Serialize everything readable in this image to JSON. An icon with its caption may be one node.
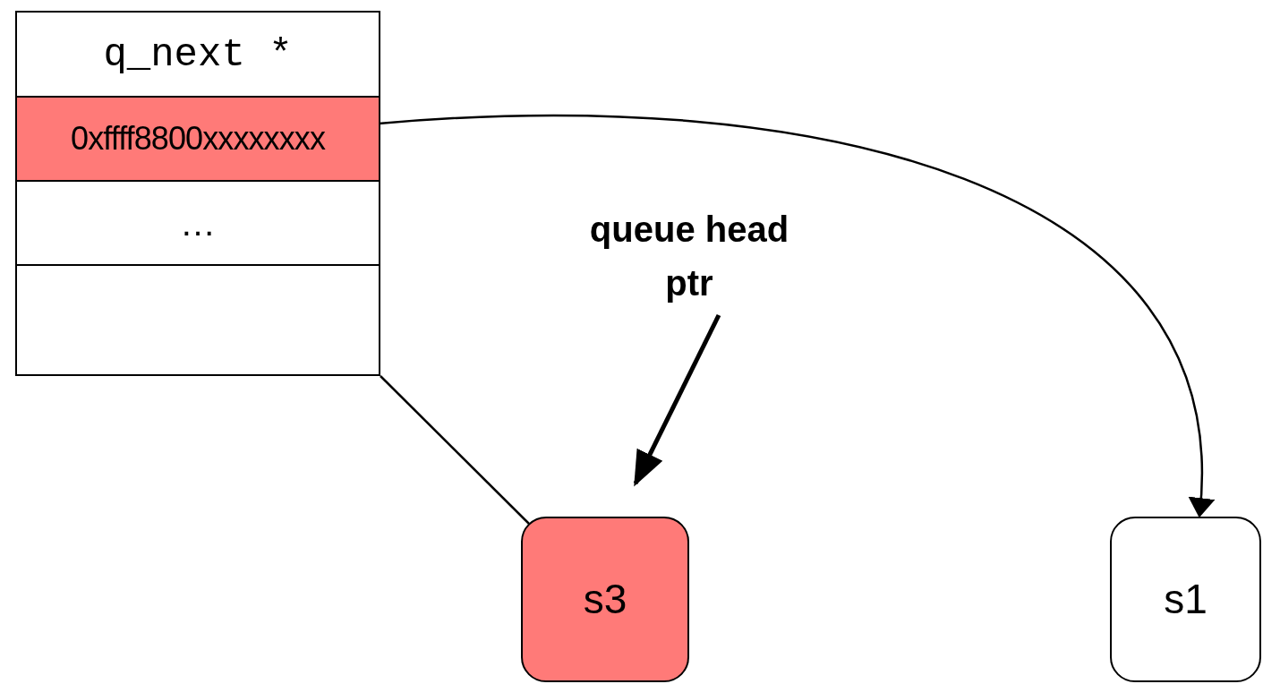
{
  "diagram": {
    "nodes": [
      {
        "text": [],
        "shape": "box"
      },
      {
        "text": [
          "q_next *"
        ],
        "in": 0
      },
      {
        "text": [
          "0xffff8800xxxxxxxx"
        ],
        "in": 0
      },
      {
        "text": [
          "…"
        ],
        "in": 0
      },
      {
        "text": [],
        "shape": "box",
        "in": 0
      },
      {
        "text": [
          "queue head ptr"
        ]
      },
      {
        "text": [
          "s3"
        ]
      },
      {
        "text": [
          "s1"
        ]
      }
    ],
    "edges": [
      {
        "from": 2,
        "to": 7,
        "arrow": "to"
      },
      {
        "from": 0,
        "to": 6,
        "arrow": "none"
      },
      {
        "from": 5,
        "to": 6,
        "arrow": "to",
        "style": "thick"
      }
    ]
  }
}
